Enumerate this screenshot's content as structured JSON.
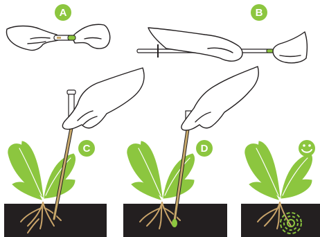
{
  "steps": [
    {
      "label": "A",
      "color": "#8cc63f"
    },
    {
      "label": "B",
      "color": "#8cc63f"
    },
    {
      "label": "C",
      "color": "#8cc63f"
    },
    {
      "label": "D",
      "color": "#8cc63f"
    }
  ],
  "success_icon": "smiley-face-icon",
  "colors": {
    "accent_green": "#8cc63f",
    "soil": "#231f20",
    "root": "#c9a46a",
    "rod": "#c8a96b",
    "outline": "#231f20"
  }
}
